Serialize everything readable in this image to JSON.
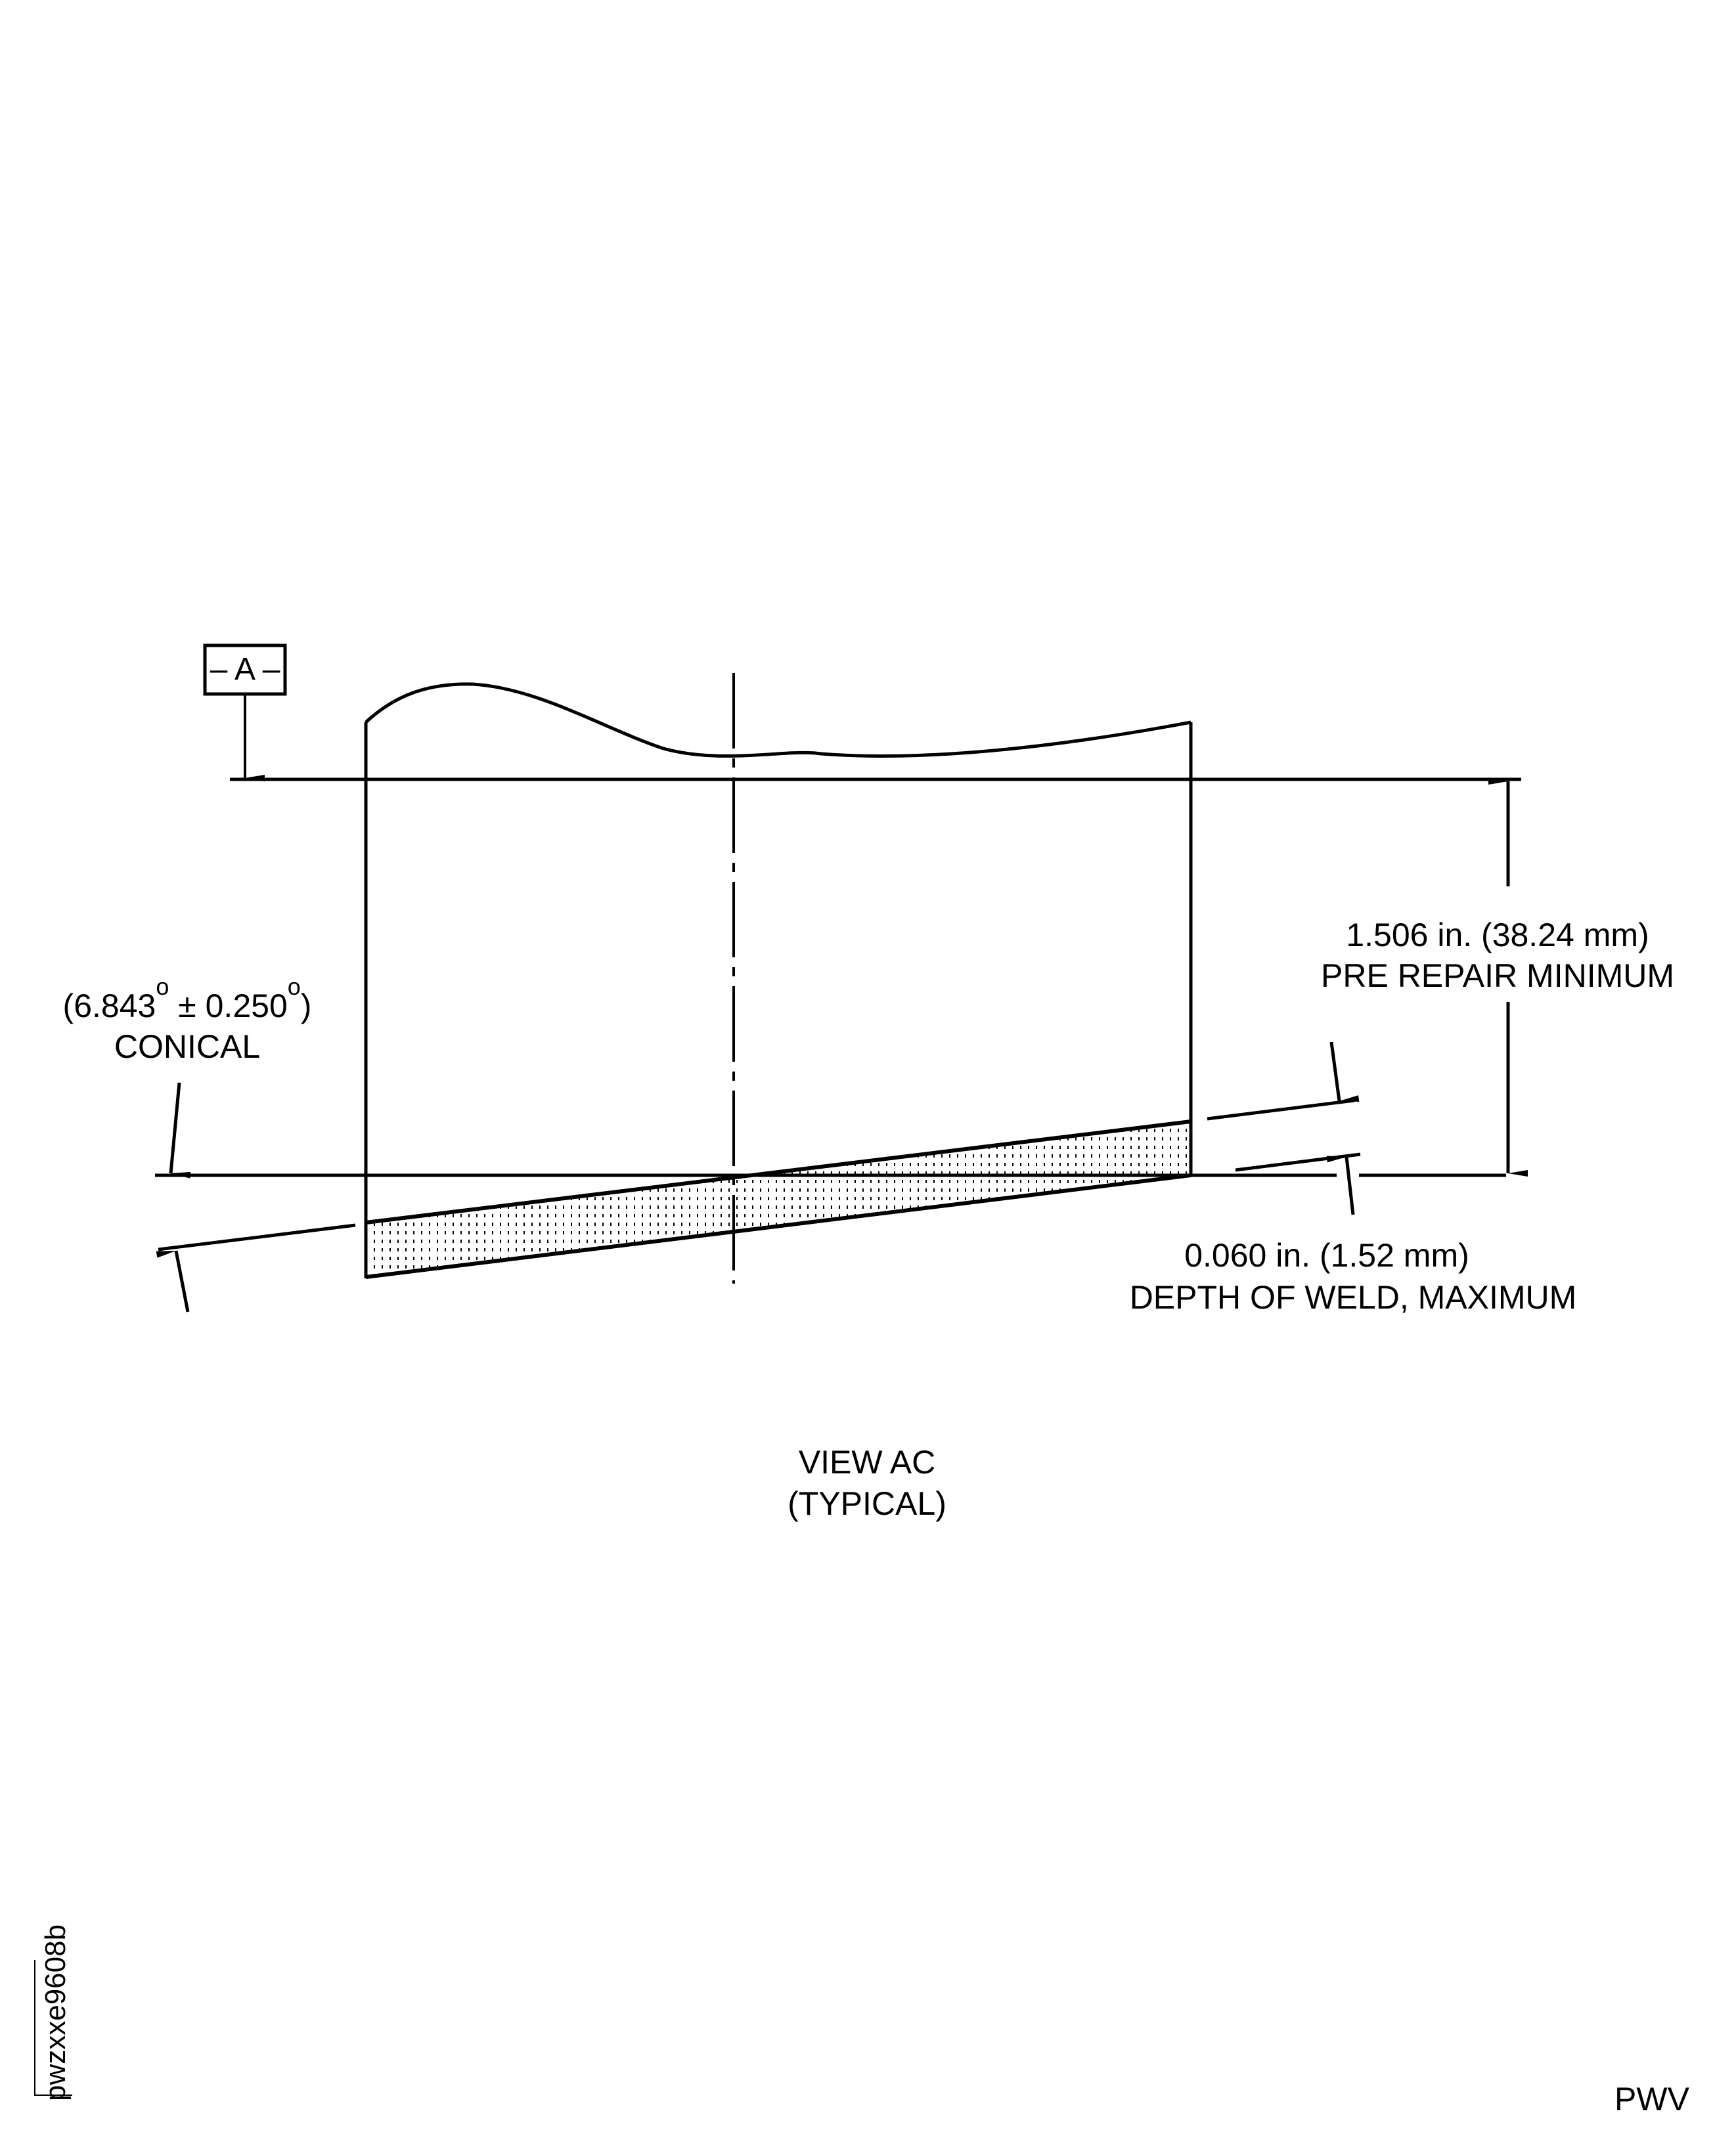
{
  "view": {
    "title": "VIEW AC",
    "subtitle": "(TYPICAL)"
  },
  "datum": {
    "letter": "A",
    "left_dash": "–",
    "right_dash": "–"
  },
  "angle_note": {
    "open_paren": "(",
    "nominal": "6.843",
    "degree1": "o",
    "tolerance_sign": "±",
    "tolerance": "0.250",
    "degree2": "o",
    "close_paren": ")",
    "label": "CONICAL"
  },
  "height_dim": {
    "value": "1.506 in. (38.24 mm)",
    "label": "PRE REPAIR MINIMUM"
  },
  "weld_dim": {
    "value": "0.060 in. (1.52 mm)",
    "label": "DEPTH OF WELD, MAXIMUM"
  },
  "figure_id": "pwzxxe9608b",
  "footer_code": "PWV",
  "colors": {
    "line": "#000000",
    "background": "#ffffff",
    "stipple": "#000000"
  }
}
